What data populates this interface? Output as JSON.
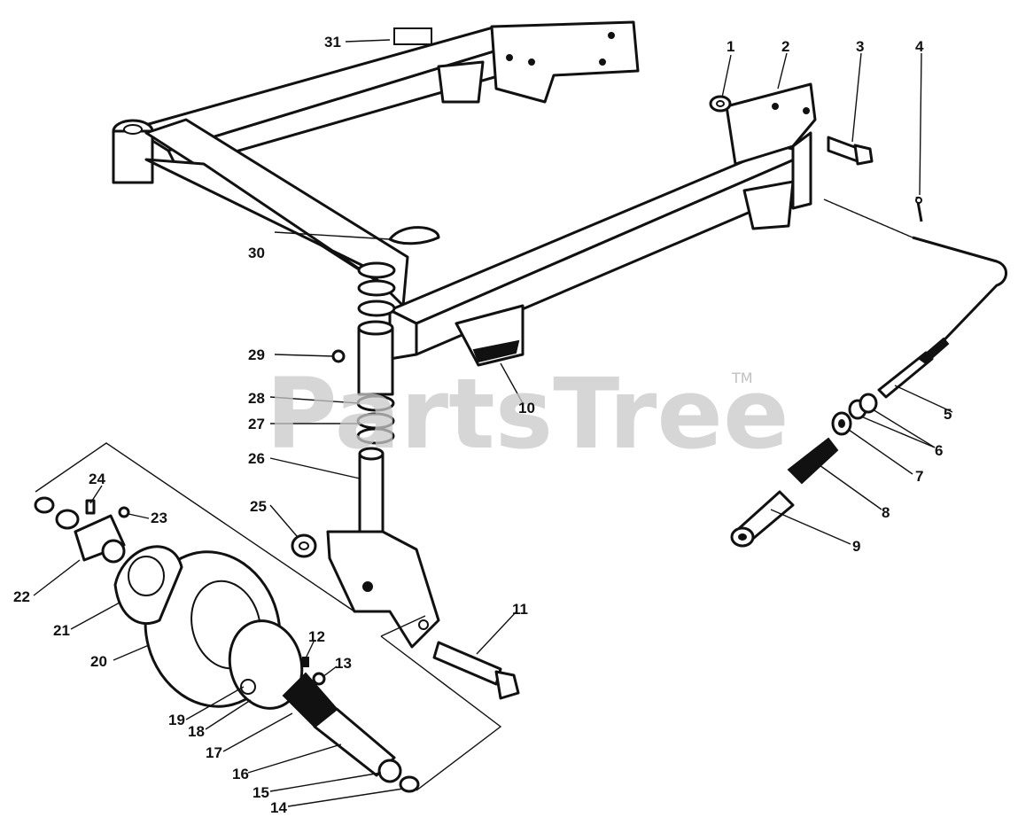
{
  "watermark": {
    "text": "PartsTree",
    "trademark": "TM"
  },
  "callouts": [
    "1",
    "2",
    "3",
    "4",
    "5",
    "6",
    "7",
    "8",
    "9",
    "10",
    "11",
    "12",
    "13",
    "14",
    "15",
    "16",
    "17",
    "18",
    "19",
    "20",
    "21",
    "22",
    "23",
    "24",
    "25",
    "26",
    "27",
    "28",
    "29",
    "30",
    "31"
  ]
}
